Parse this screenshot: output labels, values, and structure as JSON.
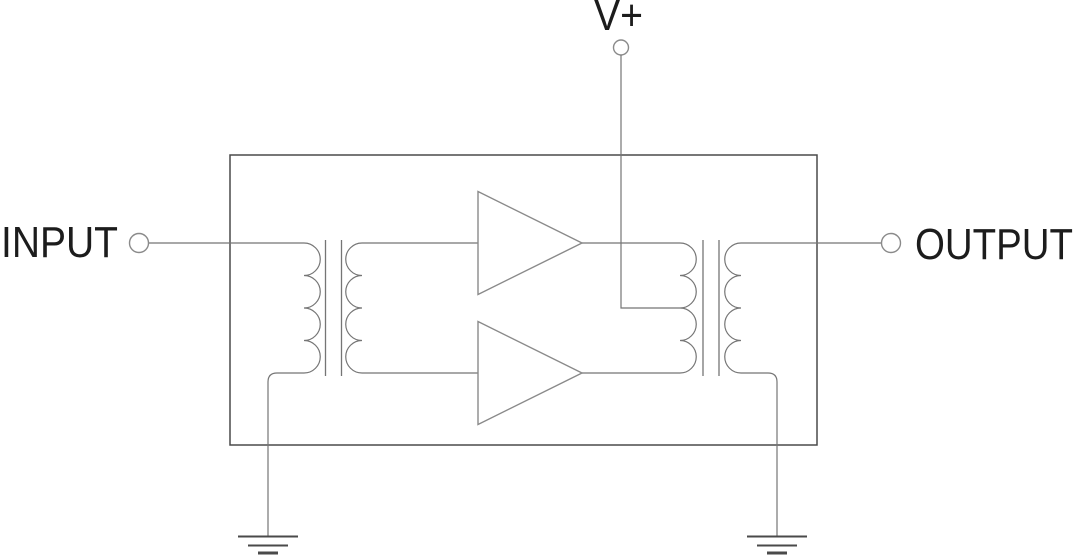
{
  "diagram": {
    "labels": {
      "input": "INPUT",
      "output": "OUTPUT",
      "supply": "V+"
    },
    "colors": {
      "background": "#ffffff",
      "wire": "#757575",
      "component": "#8a8a8a",
      "box": "#4a4a4a",
      "ground": "#4a4a4a",
      "text": "#1c1c1c"
    }
  }
}
